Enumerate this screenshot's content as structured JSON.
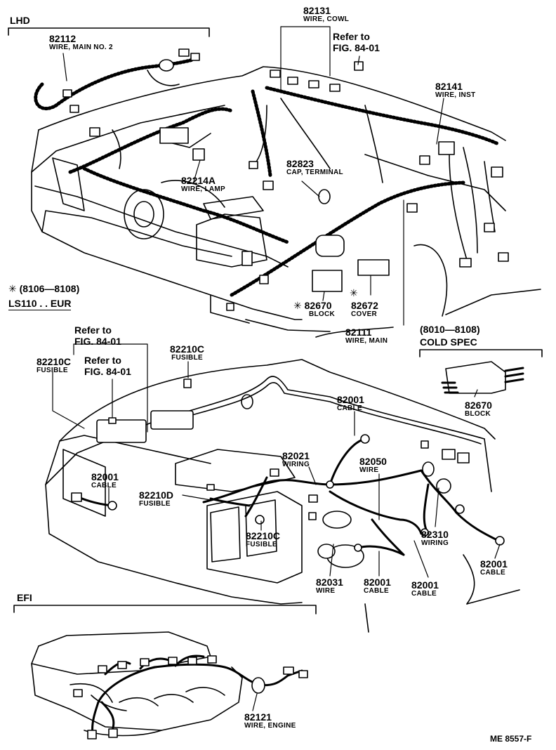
{
  "sections": {
    "lhd": "LHD",
    "efi": "EFI",
    "cold_spec_range": "(8010—8108)",
    "cold_spec": "COLD SPEC"
  },
  "note": {
    "asterisk": "✳",
    "range": "(8106—8108)",
    "model": "LS110 . . EUR"
  },
  "refer": {
    "line1": "Refer to",
    "line2": "FIG. 84-01"
  },
  "parts": {
    "p82131": {
      "num": "82131",
      "name": "WIRE, COWL"
    },
    "p82112": {
      "num": "82112",
      "name": "WIRE, MAIN NO. 2"
    },
    "p82141": {
      "num": "82141",
      "name": "WIRE, INST"
    },
    "p82823": {
      "num": "82823",
      "name": "CAP, TERMINAL"
    },
    "p82214a": {
      "num": "82214A",
      "name": "WIRE, LAMP"
    },
    "p82670a": {
      "num": "82670",
      "name": "BLOCK"
    },
    "p82672": {
      "num": "82672",
      "name": "COVER"
    },
    "p82111": {
      "num": "82111",
      "name": "WIRE, MAIN"
    },
    "p82210c_a": {
      "num": "82210C",
      "name": "FUSIBLE"
    },
    "p82210c_b": {
      "num": "82210C",
      "name": "FUSIBLE"
    },
    "p82210c_c": {
      "num": "82210C",
      "name": "FUSIBLE"
    },
    "p82001_a": {
      "num": "82001",
      "name": "CABLE"
    },
    "p82001_b": {
      "num": "82001",
      "name": "CABLE"
    },
    "p82001_c": {
      "num": "82001",
      "name": "CABLE"
    },
    "p82001_d": {
      "num": "82001",
      "name": "CABLE"
    },
    "p82001_e": {
      "num": "82001",
      "name": "CABLE"
    },
    "p82670b": {
      "num": "82670",
      "name": "BLOCK"
    },
    "p82021": {
      "num": "82021",
      "name": "WIRING"
    },
    "p82050": {
      "num": "82050",
      "name": "WIRE"
    },
    "p82210d": {
      "num": "82210D",
      "name": "FUSIBLE"
    },
    "p82310": {
      "num": "82310",
      "name": "WIRING"
    },
    "p82031": {
      "num": "82031",
      "name": "WIRE"
    },
    "p82121": {
      "num": "82121",
      "name": "WIRE, ENGINE"
    }
  },
  "footer_code": "ME  8557-F"
}
